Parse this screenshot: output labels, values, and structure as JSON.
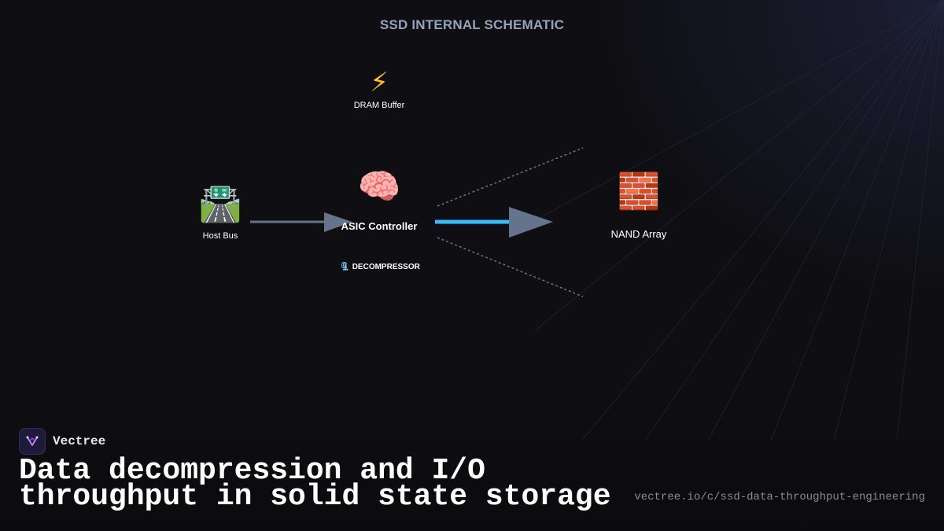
{
  "diagram": {
    "title": "SSD INTERNAL SCHEMATIC",
    "nodes": {
      "dram": {
        "icon": "⚡",
        "icon_name": "lightning-icon",
        "label": "DRAM Buffer"
      },
      "host_bus": {
        "icon": "🛣️",
        "icon_name": "motorway-icon",
        "label": "Host Bus"
      },
      "asic": {
        "icon": "🧠",
        "icon_name": "brain-icon",
        "label": "ASIC Controller"
      },
      "nand": {
        "icon": "🧱",
        "icon_name": "brick-icon",
        "label": "NAND Array"
      }
    },
    "decompressor": {
      "icon": "🗜",
      "icon_name": "clamp-icon",
      "label": "DECOMPRESSOR"
    },
    "colors": {
      "background": "#0f0f13",
      "title": "#94a3b8",
      "arrow_gray": "#64748b",
      "arrow_blue": "#38bdf8",
      "dotted": "#6b7280"
    }
  },
  "footer": {
    "brand": "Vectree",
    "headline": "Data decompression and I/O throughput in solid state storage",
    "url": "vectree.io/c/ssd-data-throughput-engineering"
  }
}
